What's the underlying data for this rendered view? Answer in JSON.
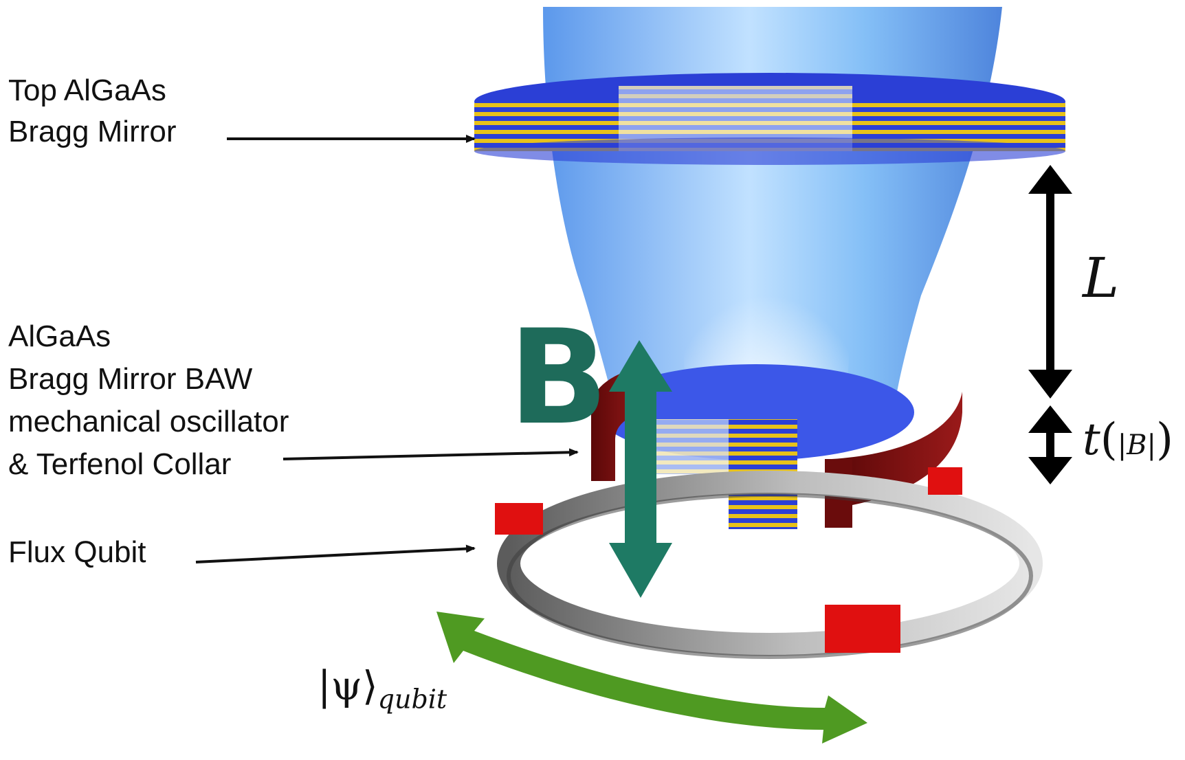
{
  "labels": {
    "top_mirror_line1": "Top AlGaAs",
    "top_mirror_line2": "Bragg Mirror",
    "baw_line1": "AlGaAs",
    "baw_line2": "Bragg Mirror BAW",
    "baw_line3": "mechanical oscillator",
    "baw_line4": "& Terfenol Collar",
    "flux_qubit": "Flux Qubit"
  },
  "symbols": {
    "field": "B",
    "length": "L",
    "thickness_fn": "t",
    "thickness_arg": "|B|",
    "state_psi": "|ψ⟩",
    "state_sub": "qubit"
  },
  "colors": {
    "beam": "#5aa8f0",
    "mirror_blue": "#2b3fd6",
    "mirror_gold": "#e8c21a",
    "collar": "#7a1010",
    "ring": "#8a8a8a",
    "junction": "#e01010",
    "field_arrow": "#1e7a64",
    "state_arrow": "#4f9a22"
  }
}
